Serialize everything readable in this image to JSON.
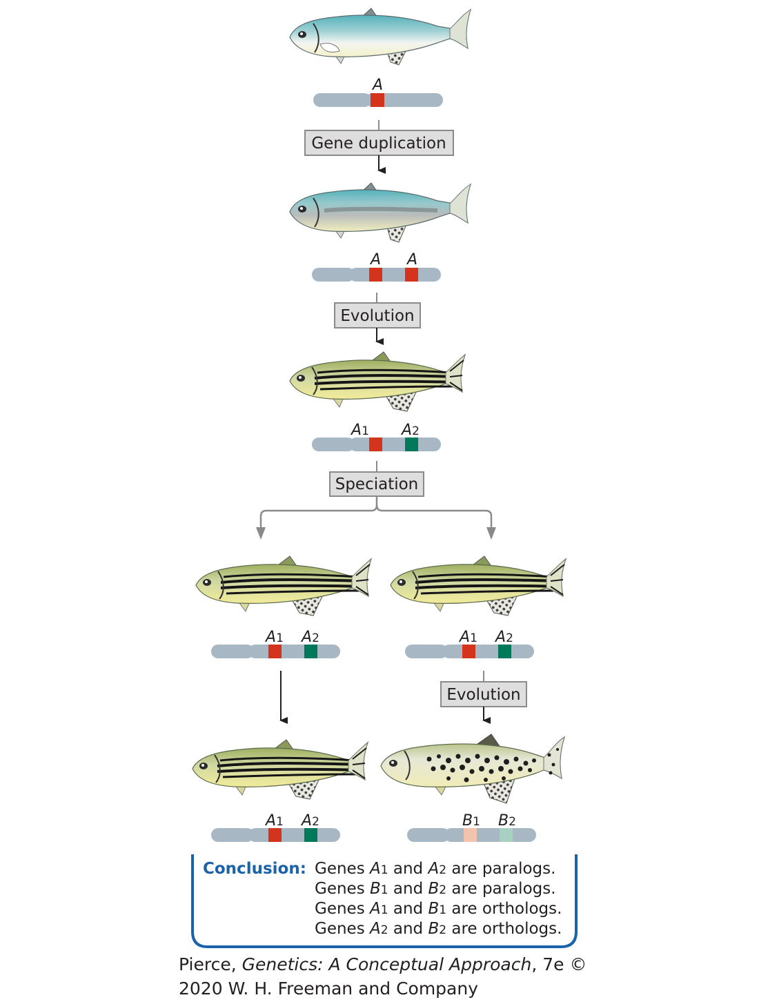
{
  "boxes": {
    "gene_duplication": "Gene duplication",
    "evolution_1": "Evolution",
    "speciation": "Speciation",
    "evolution_2": "Evolution"
  },
  "genes": {
    "a": "A",
    "a_sub1": "1",
    "a_sub2": "2",
    "b": "B",
    "b_sub1": "1",
    "b_sub2": "2"
  },
  "conclusion": {
    "title": "Conclusion:",
    "lines": [
      {
        "pre": "Genes ",
        "g1": "A",
        "s1": "1",
        "mid": " and ",
        "g2": "A",
        "s2": "2",
        "post": " are paralogs."
      },
      {
        "pre": "Genes ",
        "g1": "B",
        "s1": "1",
        "mid": " and ",
        "g2": "B",
        "s2": "2",
        "post": " are paralogs."
      },
      {
        "pre": "Genes ",
        "g1": "A",
        "s1": "1",
        "mid": " and ",
        "g2": "B",
        "s2": "1",
        "post": " are orthologs."
      },
      {
        "pre": "Genes ",
        "g1": "A",
        "s1": "2",
        "mid": " and ",
        "g2": "B",
        "s2": "2",
        "post": " are orthologs."
      }
    ]
  },
  "credit": {
    "author": "Pierce, ",
    "book": "Genetics: A Conceptual Approach",
    "edition": ", 7e ©",
    "line2": "2020 W. H. Freeman and Company"
  },
  "colors": {
    "chromosome": "#a7b8c4",
    "gene_a": "#d4341c",
    "gene_a2": "#00795a",
    "gene_b1": "#f4c3ae",
    "gene_b2": "#a8d1c1",
    "box_fill": "#dedede",
    "box_stroke": "#8a8a8a",
    "arrow_dark": "#231f20",
    "arrow_gray": "#8a8a8a",
    "conclusion_border": "#1a63a8"
  },
  "icons": {
    "fish_ancestral": "ancestral-fish-icon",
    "fish_striped": "striped-zebrafish-icon",
    "fish_spotted": "spotted-fish-icon"
  }
}
